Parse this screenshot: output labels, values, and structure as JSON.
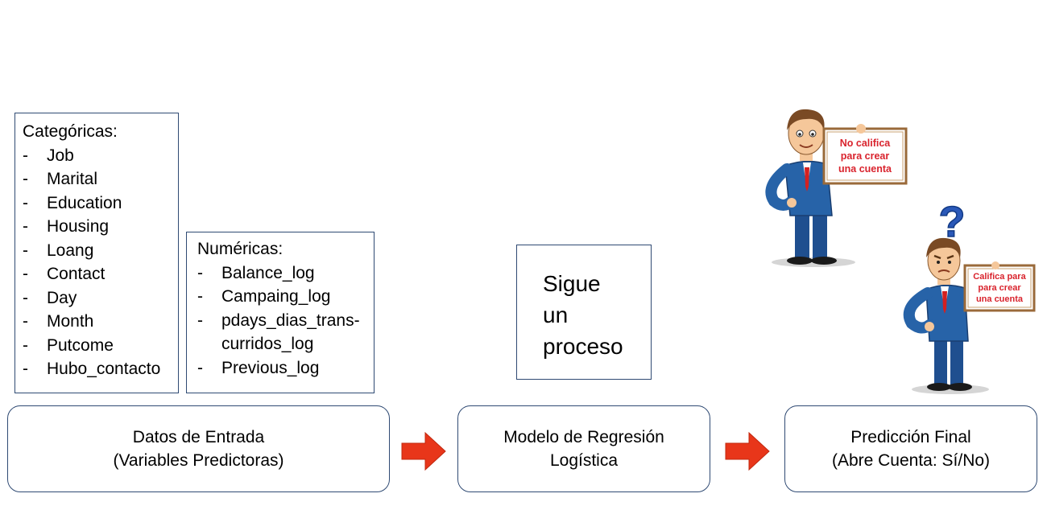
{
  "inputs": {
    "categorical": {
      "title": "Categóricas:",
      "items": [
        "Job",
        "Marital",
        "Education",
        "Housing",
        "Loang",
        "Contact",
        "Day",
        "Month",
        "Putcome",
        "Hubo_contacto"
      ]
    },
    "numerical": {
      "title": "Numéricas:",
      "items": [
        "Balance_log",
        "Campaing_log",
        "pdays_dias_trans-\ncurridos_log",
        "Previous_log"
      ]
    }
  },
  "bullet": "-",
  "process_note": "Sigue\nun\nproceso",
  "stages": {
    "input": {
      "line1": "Datos de Entrada",
      "line2": "(Variables Predictoras)"
    },
    "model": {
      "line1": "Modelo de Regresión",
      "line2": "Logística"
    },
    "prediction": {
      "line1": "Predicción Final",
      "line2": "(Abre Cuenta: Sí/No)"
    }
  },
  "outcomes": {
    "negative_sign": [
      "No califica",
      "para crear",
      "una cuenta"
    ],
    "positive_sign": [
      "Califica para",
      "para crear",
      "una cuenta"
    ],
    "question_mark": "?"
  },
  "colors": {
    "box_border": "#2f4a73",
    "arrow": "#e8361a",
    "sign_text": "#d9232d",
    "suit": "#2763a8",
    "question": "#2a58b8"
  }
}
